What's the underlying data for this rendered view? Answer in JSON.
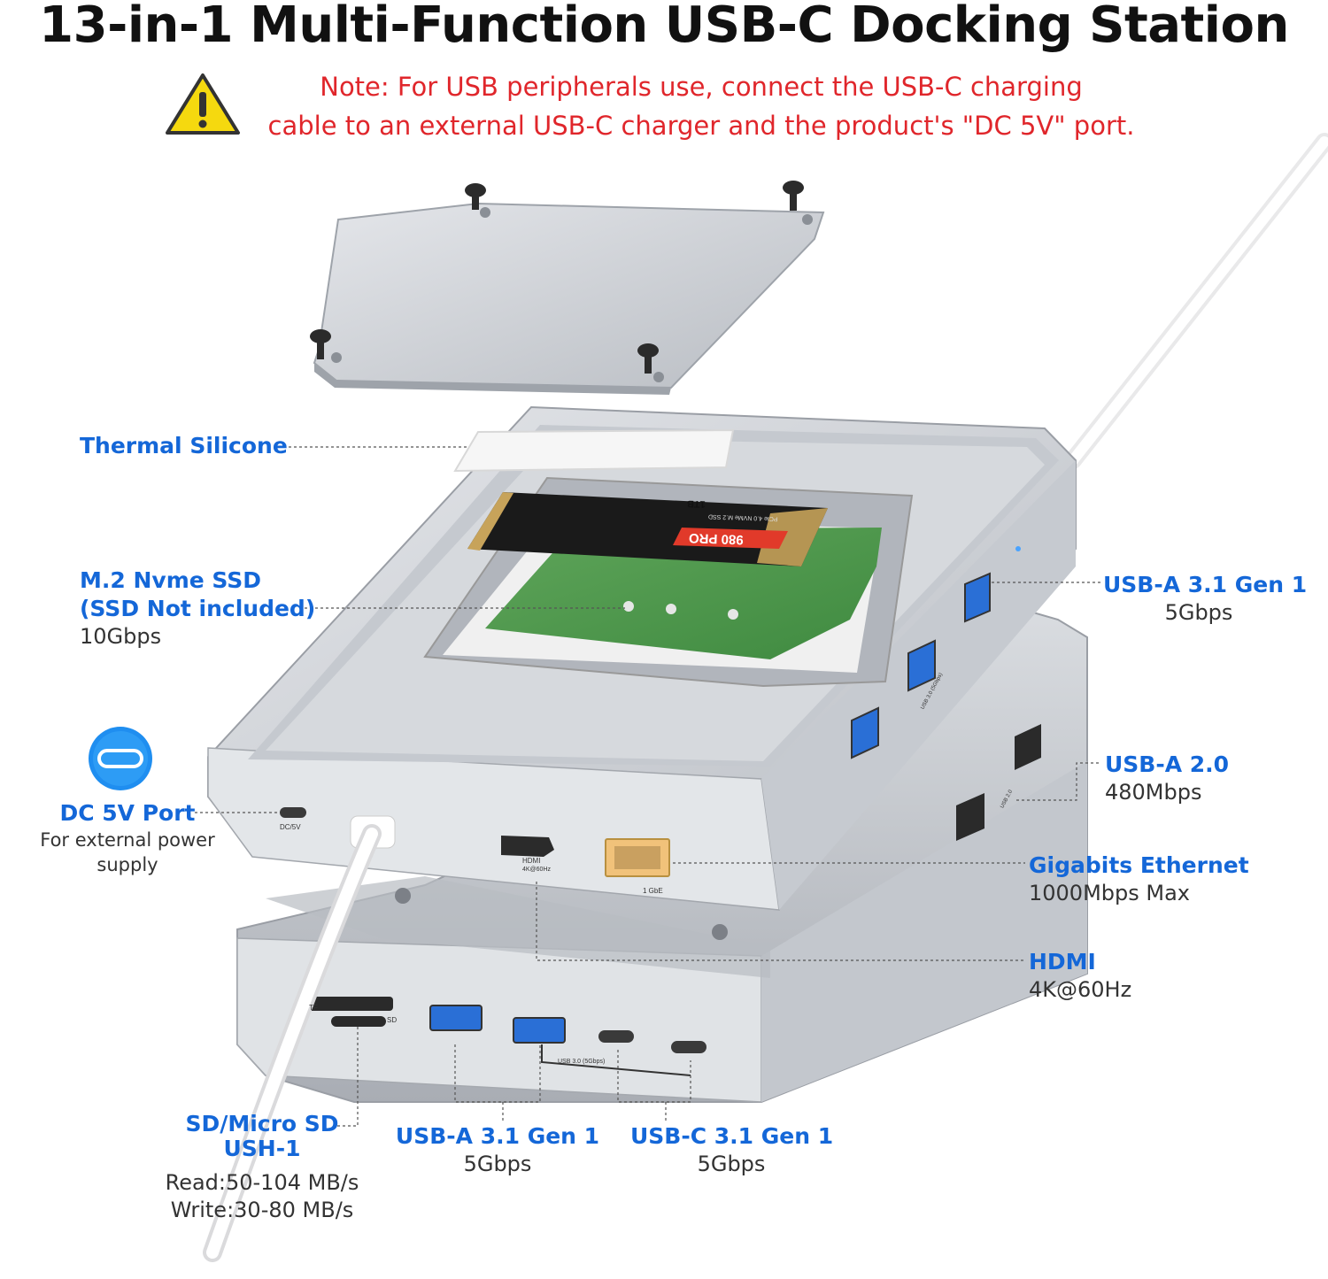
{
  "title": "13-in-1 Multi-Function USB-C Docking Station",
  "note": {
    "line1": "Note: For USB peripherals use, connect the USB-C charging",
    "line2": "cable to an external USB-C charger and the product's \"DC 5V\" port."
  },
  "device_print": {
    "ssd_brand": "980 PRO",
    "ssd_capacity": "1TB",
    "ssd_model": "PCIe 4.0 NVMe M.2 SSD",
    "hdmi_port": "HDMI",
    "hdmi_spec": "4K@60Hz",
    "ethernet": "1 GbE",
    "dc_port": "DC/5V",
    "tf": "TF",
    "sd": "SD",
    "usb_bottom": "USB 3.0 (5Gbps)",
    "usb_side": "USB 3.0 (5Gbps)",
    "usb2": "USB 2.0"
  },
  "labels": {
    "thermal": {
      "title": "Thermal Silicone"
    },
    "ssd": {
      "title1": "M.2 Nvme SSD",
      "title2": "(SSD Not included)",
      "speed": "10Gbps"
    },
    "dc": {
      "title": "DC 5V Port",
      "sub1": "For external power",
      "sub2": "supply"
    },
    "usba31_side": {
      "title": "USB-A 3.1 Gen 1",
      "speed": "5Gbps"
    },
    "usba20": {
      "title": "USB-A 2.0",
      "speed": "480Mbps"
    },
    "ethernet": {
      "title": "Gigabits Ethernet",
      "speed": "1000Mbps Max"
    },
    "hdmi": {
      "title": "HDMI",
      "speed": "4K@60Hz"
    },
    "sd": {
      "title1": "SD/Micro SD",
      "title2": "USH-1",
      "read": "Read:50-104 MB/s",
      "write": "Write:30-80 MB/s"
    },
    "usba31_bottom": {
      "title": "USB-A 3.1 Gen 1",
      "speed": "5Gbps"
    },
    "usbc31": {
      "title": "USB-C 3.1 Gen 1",
      "speed": "5Gbps"
    }
  },
  "colors": {
    "label_blue": "#1467d8",
    "note_red": "#e0262b",
    "aluminum": "#c8ccd2",
    "usb_blue": "#2a6fd6"
  },
  "icons": [
    "warning-icon",
    "usb-c-icon"
  ]
}
